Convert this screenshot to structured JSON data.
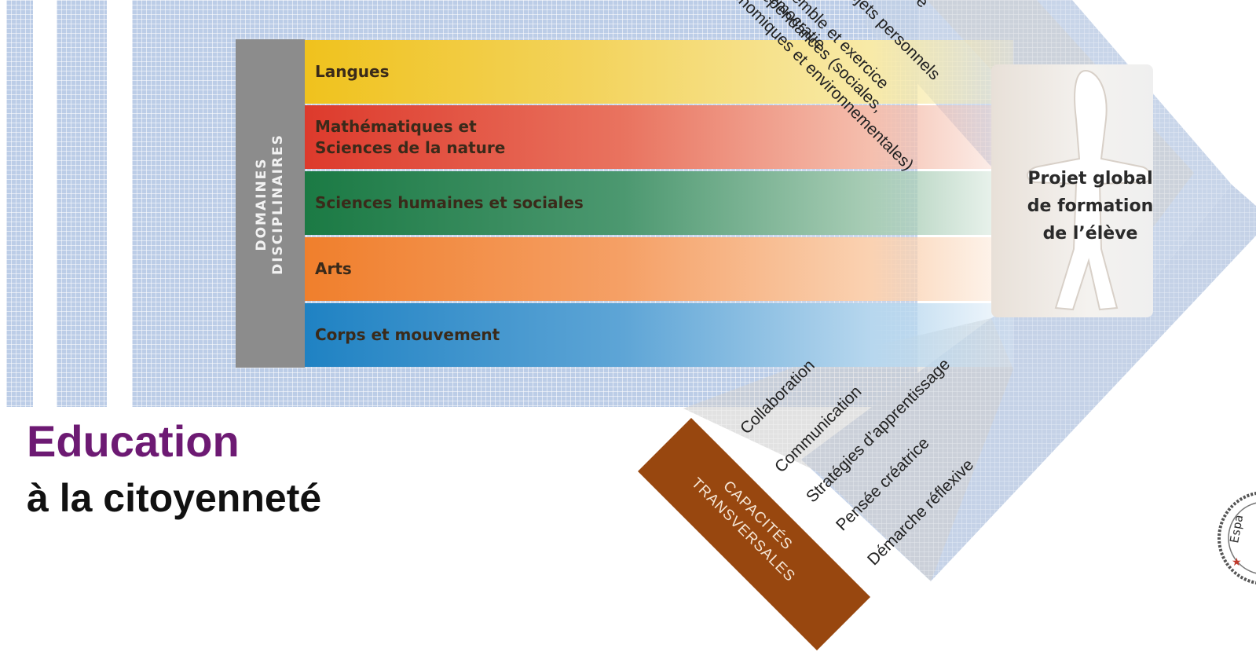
{
  "domains": {
    "label_line1": "DOMAINES",
    "label_line2": "DISCIPLINAIRES",
    "items": [
      {
        "label_line1": "Langues",
        "label_line2": ""
      },
      {
        "label_line1": "Mathématiques et",
        "label_line2": "Sciences de la nature"
      },
      {
        "label_line1": "Sciences humaines et sociales",
        "label_line2": ""
      },
      {
        "label_line1": "Arts",
        "label_line2": ""
      },
      {
        "label_line1": "Corps et mouvement",
        "label_line2": ""
      }
    ]
  },
  "general_training": {
    "items": [
      "e",
      "ojets personnels",
      "semble et exercice",
      "démocratie",
      "terdépendances (sociales,",
      "économiques et environnementales)"
    ]
  },
  "projet": {
    "line1": "Projet global",
    "line2": "de formation",
    "line3": "de l’élève"
  },
  "capacites": {
    "box_line1": "CAPACITÉS",
    "box_line2": "TRANSVERSALES",
    "items": [
      "Collaboration",
      "Communication",
      "Stratégies d’apprentissage",
      "Pensée créatrice",
      "Démarche réflexive"
    ]
  },
  "title": {
    "line1": "Education",
    "line2": "à la citoyenneté"
  },
  "stamp": {
    "text": "Espa"
  },
  "colors": {
    "title_purple": "#6d1a73",
    "capacites_brown": "#98470f",
    "langues": "#f0c21d",
    "maths": "#dd3a2c",
    "humaines": "#1b7a44",
    "arts": "#f07f2c",
    "corps": "#1f82c3",
    "domains_gray": "#8c8c8c"
  }
}
